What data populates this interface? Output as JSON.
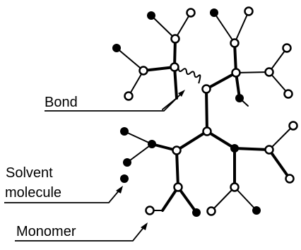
{
  "labels": {
    "bond": "Bond",
    "solvent_line1": "Solvent",
    "solvent_line2": "molecule",
    "monomer": "Monomer"
  },
  "colors": {
    "ink": "#000000",
    "background": "#ffffff"
  }
}
